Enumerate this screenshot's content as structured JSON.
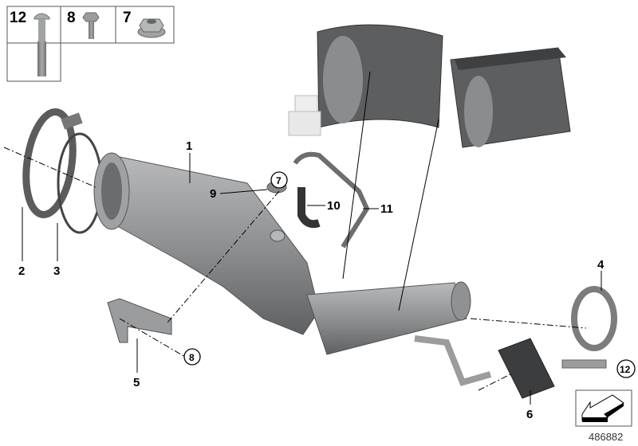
{
  "diagram": {
    "document_number": "486882",
    "hardware_box": [
      {
        "number": "12",
        "part": "bolt"
      },
      {
        "number": "8",
        "part": "screw"
      },
      {
        "number": "7",
        "part": "nut"
      }
    ],
    "callouts": {
      "c1": "1",
      "c2": "2",
      "c3": "3",
      "c4": "4",
      "c5": "5",
      "c6": "6",
      "c7": "7",
      "c8": "8",
      "c9": "9",
      "c10": "10",
      "c11": "11",
      "c12": "12"
    },
    "colors": {
      "part_gray": "#8a8c8e",
      "dark_gray": "#4a4c4e",
      "light_gray": "#c8c9ca"
    }
  }
}
